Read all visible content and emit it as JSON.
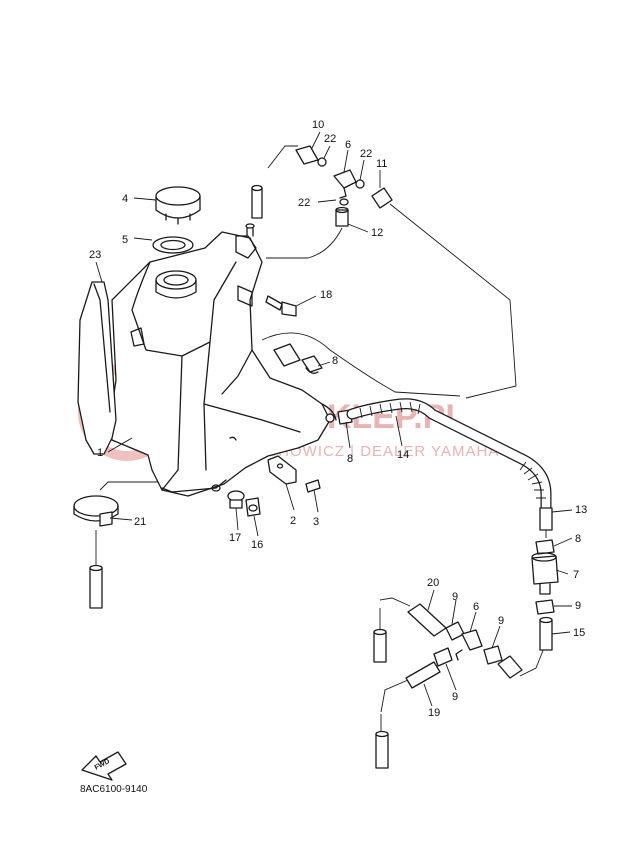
{
  "diagram": {
    "catalog_code": "8AC6100-9140",
    "direction_label": "FWD",
    "watermark": {
      "brand": "YAMA-SKLEP.PL",
      "subtitle": "WOJCIECHOWICZ | DEALER YAMAHA",
      "color": "#e7b3b3"
    },
    "callouts": [
      "1",
      "2",
      "3",
      "4",
      "5",
      "6",
      "6",
      "7",
      "8",
      "8",
      "8",
      "9",
      "9",
      "9",
      "9",
      "10",
      "11",
      "12",
      "13",
      "14",
      "15",
      "16",
      "17",
      "18",
      "19",
      "20",
      "21",
      "22",
      "22",
      "22",
      "23"
    ]
  }
}
